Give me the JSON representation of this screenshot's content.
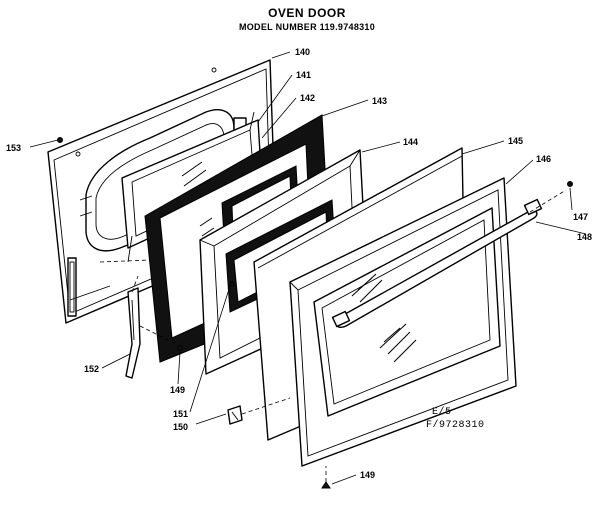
{
  "header": {
    "title": "OVEN DOOR",
    "model": "MODEL NUMBER 119.9748310"
  },
  "footer": {
    "code_line1": "E/5",
    "code_line2": "F/9728310"
  },
  "parts": {
    "p140": "140",
    "p141": "141",
    "p142": "142",
    "p143": "143",
    "p144": "144",
    "p145": "145",
    "p146": "146",
    "p147": "147",
    "p148": "148",
    "p149a": "149",
    "p149b": "149",
    "p150": "150",
    "p151": "151",
    "p152": "152",
    "p153": "153"
  }
}
